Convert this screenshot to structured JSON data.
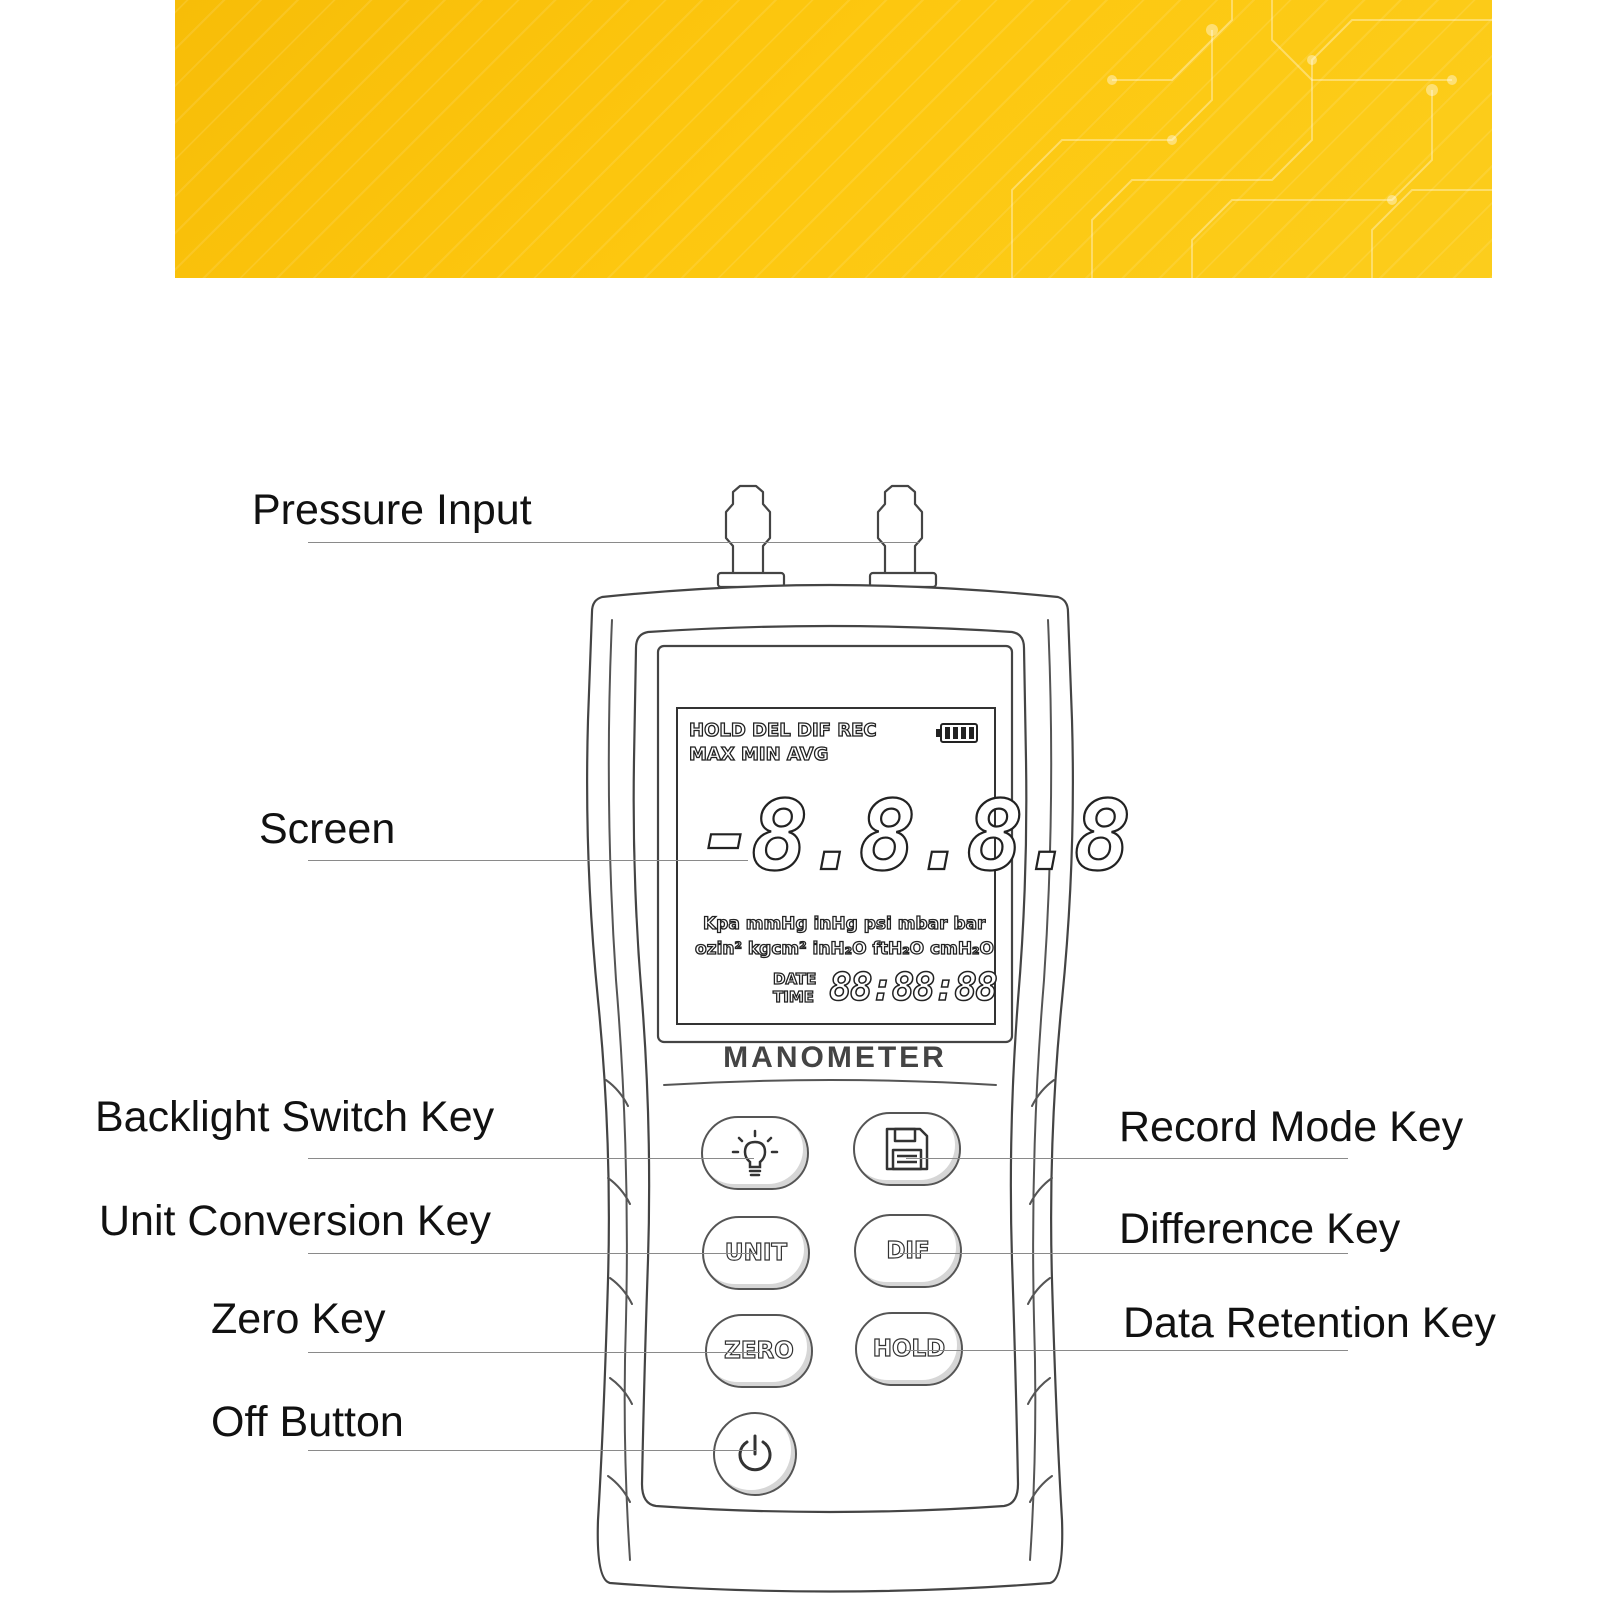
{
  "callouts": {
    "pressure_input": "Pressure Input",
    "screen": "Screen",
    "backlight_switch_key": "Backlight Switch Key",
    "unit_conversion_key": "Unit Conversion Key",
    "zero_key": "Zero Key",
    "off_button": "Off Button",
    "record_mode_key": "Record Mode Key",
    "difference_key": "Difference Key",
    "data_retention_key": "Data Retention Key"
  },
  "device": {
    "brand": "MANOMETER",
    "lcd": {
      "status_row_1": "HOLD DEL DIF REC",
      "status_row_2": "MAX MIN AVG",
      "main_reading": "-8.8.8.8",
      "units_row_1": "Kpa mmHg inHg psi mbar bar",
      "units_row_2": "ozin² kgcm² inH₂O ftH₂O cmH₂O",
      "date_label": "DATE",
      "time_label": "TIME",
      "clock_reading": "88:88:88"
    },
    "keys": {
      "unit": "UNIT",
      "dif": "DIF",
      "zero": "ZERO",
      "hold": "HOLD"
    },
    "icons": {
      "battery": "battery-icon",
      "backlight": "light-bulb-icon",
      "record": "floppy-disk-icon",
      "power": "power-icon"
    }
  },
  "colors": {
    "banner_yellow": "#fdc70f",
    "outline": "#444444",
    "leader_line": "#8a8a8a"
  }
}
